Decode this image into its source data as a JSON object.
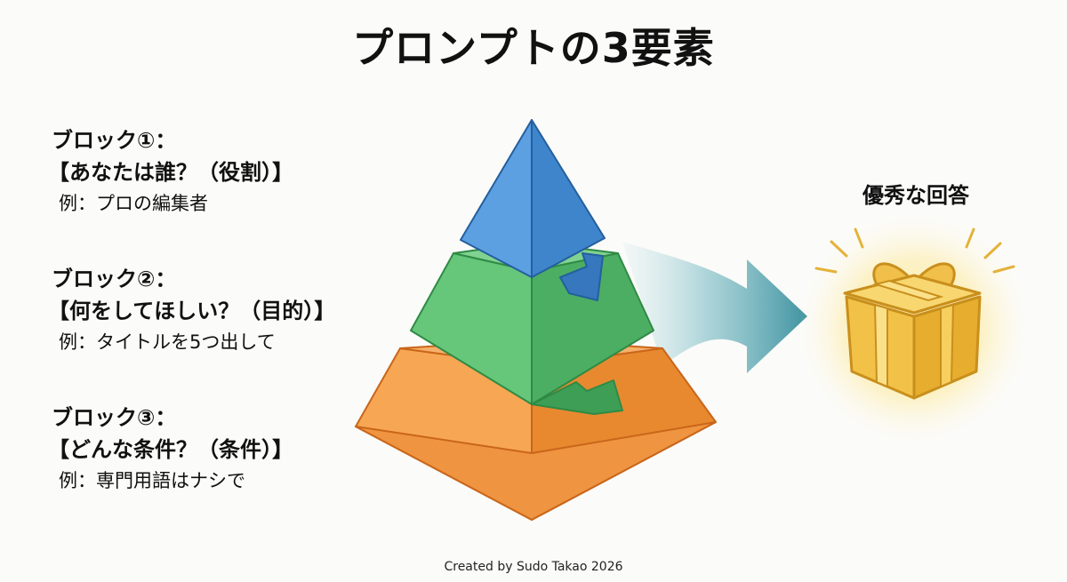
{
  "title": "プロンプトの3要素",
  "blocks": [
    {
      "head": "ブロック①：",
      "prompt": "【あなたは誰？（役割）】",
      "example": "例：プロの編集者"
    },
    {
      "head": "ブロック②：",
      "prompt": "【何をしてほしい？（目的）】",
      "example": "例：タイトルを5つ出して"
    },
    {
      "head": "ブロック③：",
      "prompt": "【どんな条件？（条件）】",
      "example": "例：専門用語はナシで"
    }
  ],
  "result": {
    "label": "優秀な回答",
    "icon": "gift-box-icon"
  },
  "credit": "Created by Sudo Takao 2026",
  "colors": {
    "top_tier": "#4a8fd8",
    "middle_tier": "#5cbf6e",
    "bottom_tier": "#f29a45",
    "arrow": "#4a9aa6",
    "gift": "#f3c64e"
  }
}
